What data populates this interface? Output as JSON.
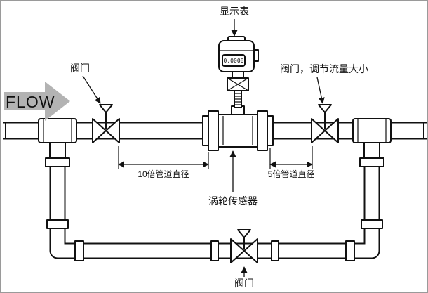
{
  "labels": {
    "display_meter": "显示表",
    "valve_top_left": "阀门",
    "valve_right": "阀门，调节流量大小",
    "valve_bottom": "阀门",
    "turbine_sensor": "涡轮传感器",
    "dim_upstream": "10倍管道直径",
    "dim_downstream": "5倍管道直径",
    "flow": "FLOW",
    "display_reading": "0.0000"
  },
  "colors": {
    "line": "#111111",
    "flow_arrow": "#b3b3b3",
    "background": "#ffffff"
  }
}
